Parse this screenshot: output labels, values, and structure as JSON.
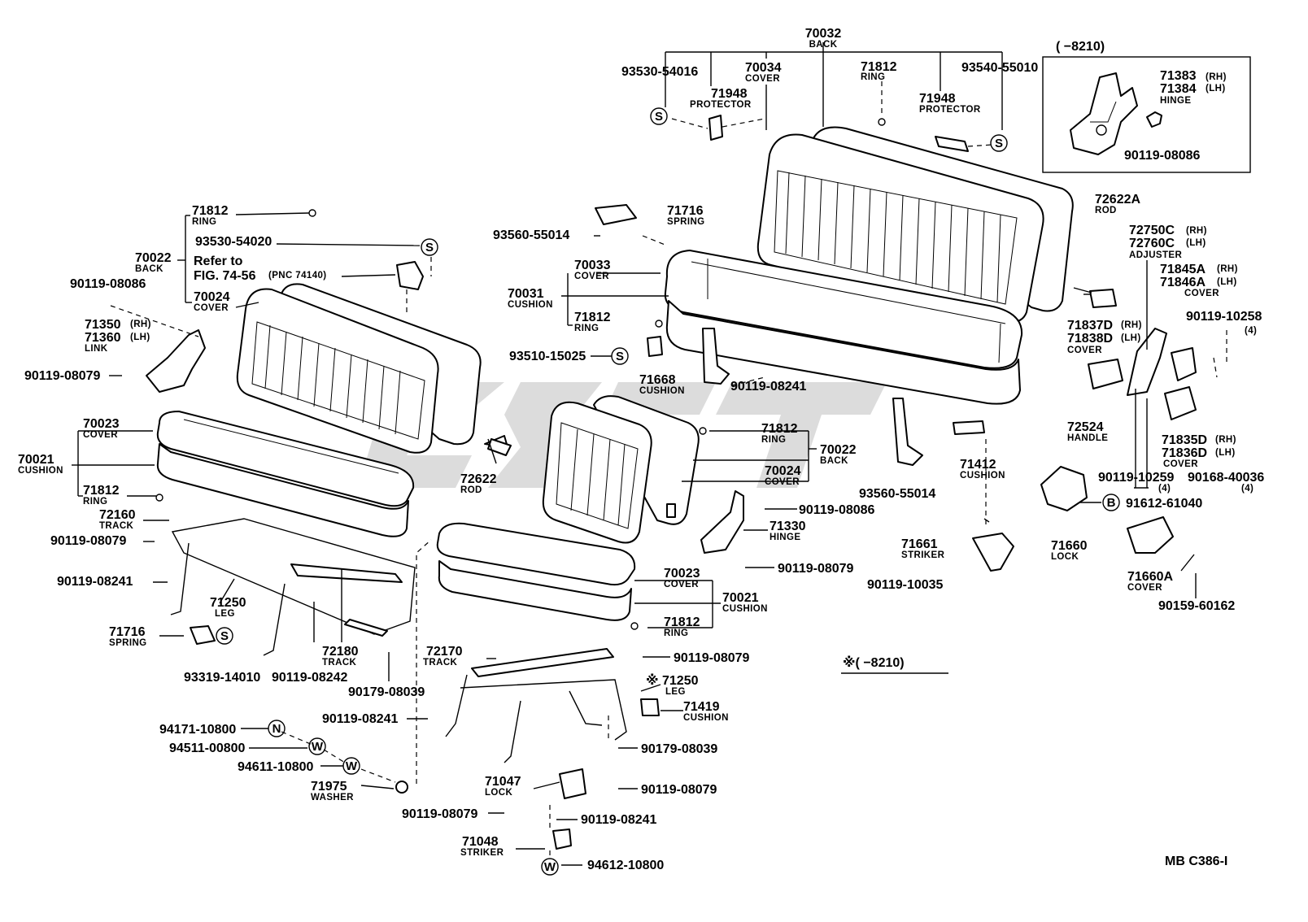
{
  "labels": {
    "l70032": {
      "pn": "70032",
      "sub": "BACK"
    },
    "l93530_54016": {
      "pn": "93530-54016"
    },
    "l70034": {
      "pn": "70034",
      "sub": "COVER"
    },
    "l71812_top": {
      "pn": "71812",
      "sub": "RING"
    },
    "l93540_55010": {
      "pn": "93540-55010"
    },
    "l71948_left": {
      "pn": "71948",
      "sub": "PROTECTOR"
    },
    "l71948_right": {
      "pn": "71948",
      "sub": "PROTECTOR"
    },
    "l71716_top": {
      "pn": "71716",
      "sub": "SPRING"
    },
    "l93560_55014_top": {
      "pn": "93560-55014"
    },
    "l70033": {
      "pn": "70033",
      "sub": "COVER"
    },
    "l70031": {
      "pn": "70031",
      "sub": "CUSHION"
    },
    "l71812_mid": {
      "pn": "71812",
      "sub": "RING"
    },
    "l93510_15025": {
      "pn": "93510-15025"
    },
    "l71668": {
      "pn": "71668",
      "sub": "CUSHION"
    },
    "l90119_08241_mid": {
      "pn": "90119-08241"
    },
    "l72622A": {
      "pn": "72622A",
      "sub": "ROD"
    },
    "l72750C": {
      "pn": "72750C",
      "sub": "(RH)"
    },
    "l72760C": {
      "pn": "72760C",
      "sub": "(LH)"
    },
    "adjuster": {
      "sub": "ADJUSTER"
    },
    "l71845A": {
      "pn": "71845A",
      "sub": "(RH)"
    },
    "l71846A": {
      "pn": "71846A",
      "sub": "(LH)"
    },
    "cover_71845": {
      "sub": "COVER"
    },
    "l71837D": {
      "pn": "71837D",
      "sub": "(RH)"
    },
    "l71838D": {
      "pn": "71838D",
      "sub": "(LH)"
    },
    "cover_71837": {
      "sub": "COVER"
    },
    "l90119_10258": {
      "pn": "90119-10258"
    },
    "q4_a": {
      "sub": "(4)"
    },
    "l72524": {
      "pn": "72524",
      "sub": "HANDLE"
    },
    "l71835D": {
      "pn": "71835D",
      "sub": "(RH)"
    },
    "l71836D": {
      "pn": "71836D",
      "sub": "(LH)"
    },
    "cover_71835": {
      "sub": "COVER"
    },
    "l90119_10259": {
      "pn": "90119-10259"
    },
    "q4_b": {
      "sub": "(4)"
    },
    "l90168_40036": {
      "pn": "90168-40036"
    },
    "q4_c": {
      "sub": "(4)"
    },
    "l71412": {
      "pn": "71412",
      "sub": "CUSHION"
    },
    "l93560_55014_r": {
      "pn": "93560-55014"
    },
    "l91612_61040": {
      "pn": "91612-61040"
    },
    "l71660": {
      "pn": "71660",
      "sub": "LOCK"
    },
    "l71661": {
      "pn": "71661",
      "sub": "STRIKER"
    },
    "l90119_10035": {
      "pn": "90119-10035"
    },
    "l71660A": {
      "pn": "71660A",
      "sub": "COVER"
    },
    "l90159_60162": {
      "pn": "90159-60162"
    },
    "l8210_box": {
      "pn": "(       −8210)"
    },
    "l71383": {
      "pn": "71383",
      "sub": "(RH)"
    },
    "l71384": {
      "pn": "71384",
      "sub": "(LH)"
    },
    "hinge_box": {
      "sub": "HINGE"
    },
    "l90119_08086_box": {
      "pn": "90119-08086"
    },
    "l71812_left": {
      "pn": "71812",
      "sub": "RING"
    },
    "l93530_54020": {
      "pn": "93530-54020"
    },
    "l70022_left": {
      "pn": "70022",
      "sub": "BACK"
    },
    "refer": {
      "pn": "Refer to"
    },
    "fig": {
      "pn": "FIG. 74-56",
      "sub": "(PNC 74140)"
    },
    "l70024_left": {
      "pn": "70024",
      "sub": "COVER"
    },
    "l90119_08086_left": {
      "pn": "90119-08086"
    },
    "l71350": {
      "pn": "71350",
      "sub": "(RH)"
    },
    "l71360": {
      "pn": "71360",
      "sub": "(LH)"
    },
    "link": {
      "sub": "LINK"
    },
    "l90119_08079_left": {
      "pn": "90119-08079"
    },
    "l70023_left": {
      "pn": "70023",
      "sub": "COVER"
    },
    "l70021_left": {
      "pn": "70021",
      "sub": "CUSHION"
    },
    "l71812_left2": {
      "pn": "71812",
      "sub": "RING"
    },
    "l72160": {
      "pn": "72160",
      "sub": "TRACK"
    },
    "l90119_08079_l2": {
      "pn": "90119-08079"
    },
    "l90119_08241_l": {
      "pn": "90119-08241"
    },
    "l71250_l": {
      "pn": "71250",
      "sub": "LEG"
    },
    "l71716_l": {
      "pn": "71716",
      "sub": "SPRING"
    },
    "l93319_14010": {
      "pn": "93319-14010"
    },
    "l90119_08242": {
      "pn": "90119-08242"
    },
    "l72180": {
      "pn": "72180",
      "sub": "TRACK"
    },
    "l90179_08039_l": {
      "pn": "90179-08039"
    },
    "l72622": {
      "pn": "72622",
      "sub": "ROD"
    },
    "l71812_c": {
      "pn": "71812",
      "sub": "RING"
    },
    "l70022_c": {
      "pn": "70022",
      "sub": "BACK"
    },
    "l70024_c": {
      "pn": "70024",
      "sub": "COVER"
    },
    "l90119_08086_c": {
      "pn": "90119-08086"
    },
    "l71330": {
      "pn": "71330",
      "sub": "HINGE"
    },
    "l90119_08079_c": {
      "pn": "90119-08079"
    },
    "l70023_c": {
      "pn": "70023",
      "sub": "COVER"
    },
    "l70021_c": {
      "pn": "70021",
      "sub": "CUSHION"
    },
    "l71812_c2": {
      "pn": "71812",
      "sub": "RING"
    },
    "l72170": {
      "pn": "72170",
      "sub": "TRACK"
    },
    "l90119_08079_c2": {
      "pn": "90119-08079"
    },
    "l71250_c": {
      "pn": "※ 71250",
      "sub": "LEG"
    },
    "l71419": {
      "pn": "71419",
      "sub": "CUSHION"
    },
    "l90119_08241_c": {
      "pn": "90119-08241"
    },
    "l90179_08039_c": {
      "pn": "90179-08039"
    },
    "l94171_10800": {
      "pn": "94171-10800"
    },
    "l94511_00800": {
      "pn": "94511-00800"
    },
    "l94611_10800": {
      "pn": "94611-10800"
    },
    "l71975": {
      "pn": "71975",
      "sub": "WASHER"
    },
    "l71047": {
      "pn": "71047",
      "sub": "LOCK"
    },
    "l90119_08079_c3": {
      "pn": "90119-08079"
    },
    "l90119_08079_c4": {
      "pn": "90119-08079"
    },
    "l90119_08241_c2": {
      "pn": "90119-08241"
    },
    "l71048": {
      "pn": "71048",
      "sub": "STRIKER"
    },
    "l94612_10800": {
      "pn": "94612-10800"
    },
    "note_8210": {
      "pn": "※(        −8210)"
    },
    "code": {
      "pn": "MB  C386-I"
    }
  },
  "symbols": {
    "s": "S",
    "n": "N",
    "w": "W",
    "b": "B"
  }
}
